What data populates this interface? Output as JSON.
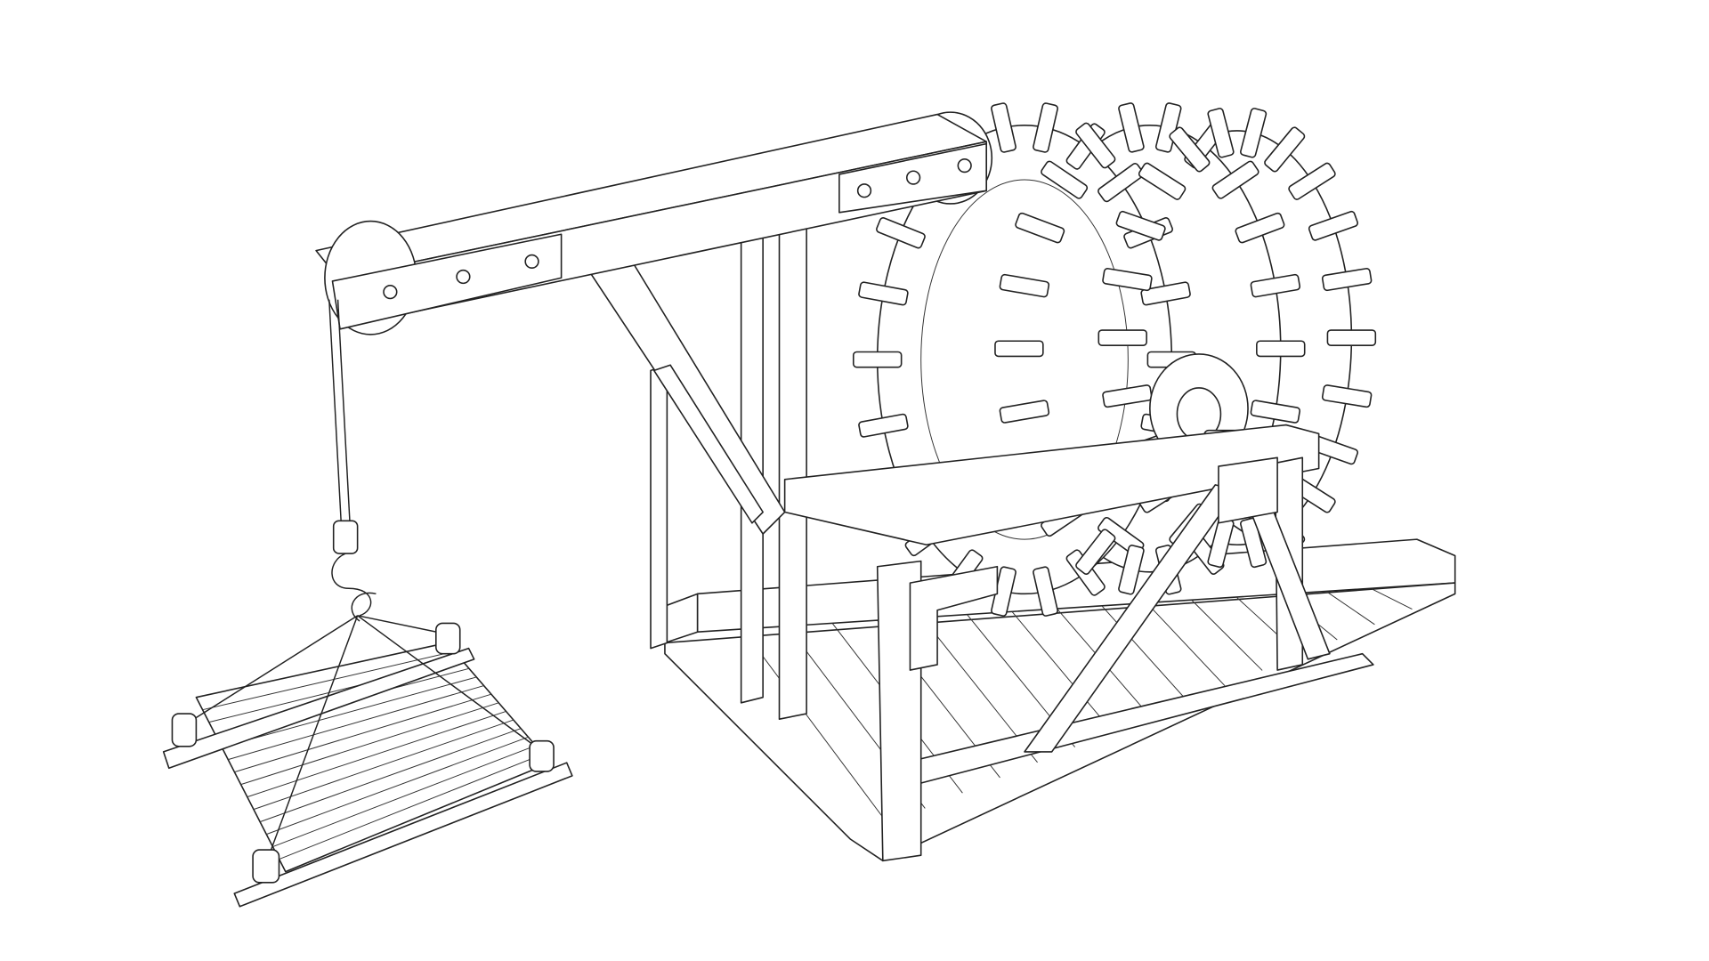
{
  "colors": {
    "background": "#ffffff",
    "line": "#222222"
  },
  "scene": {
    "subject": "wireframe-render",
    "platform_slats": 14,
    "wheel_paddles": 22
  }
}
